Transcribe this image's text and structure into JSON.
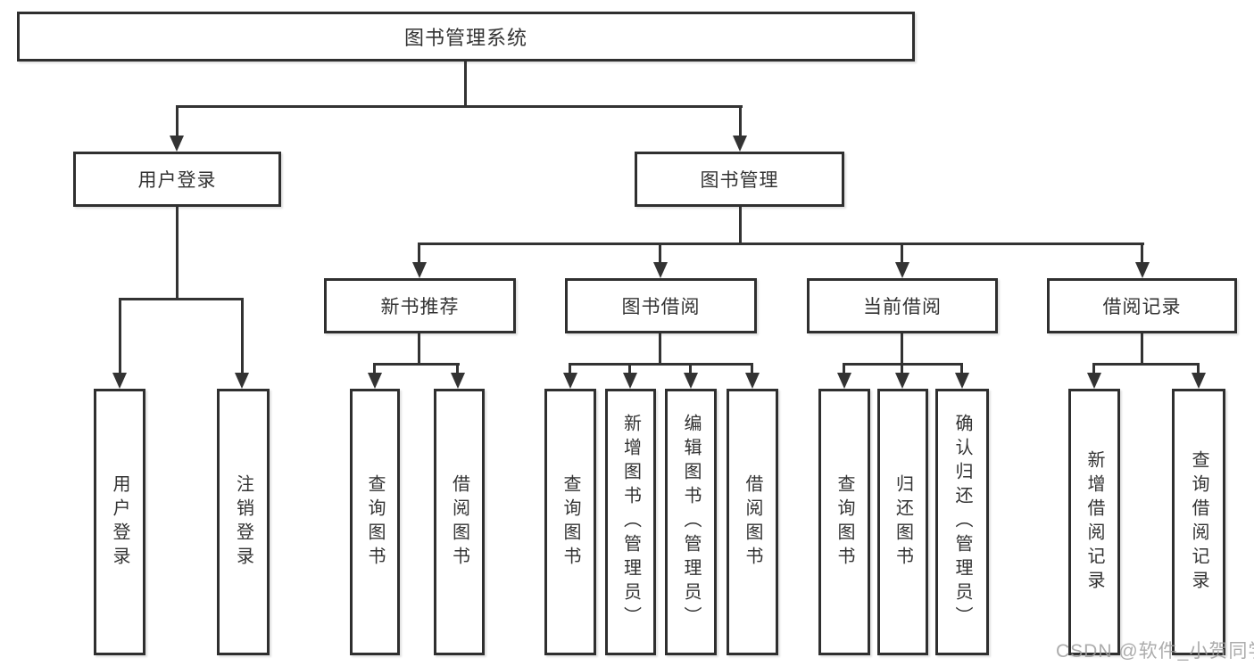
{
  "diagram_type": "hierarchy-tree",
  "colors": {
    "line": "#333333",
    "box_border": "#2f2f2f",
    "box_fill": "#ffffff",
    "text": "#333333",
    "watermark": "#9e9e9e"
  },
  "root": {
    "label": "图书管理系统"
  },
  "user_login": {
    "label": "用户登录",
    "children": [
      {
        "label": "用户登录"
      },
      {
        "label": "注销登录"
      }
    ]
  },
  "book_mgmt": {
    "label": "图书管理",
    "groups": {
      "new_book_rec": {
        "label": "新书推荐",
        "children": [
          {
            "label": "查询图书"
          },
          {
            "label": "借阅图书"
          }
        ]
      },
      "book_borrow": {
        "label": "图书借阅",
        "children": [
          {
            "label": "查询图书"
          },
          {
            "label": "新增图书（管理员）"
          },
          {
            "label": "编辑图书（管理员）"
          },
          {
            "label": "借阅图书"
          }
        ]
      },
      "current_borrow": {
        "label": "当前借阅",
        "children": [
          {
            "label": "查询图书"
          },
          {
            "label": "归还图书"
          },
          {
            "label": "确认归还（管理员）"
          }
        ]
      },
      "borrow_records": {
        "label": "借阅记录",
        "children": [
          {
            "label": "新增借阅记录"
          },
          {
            "label": "查询借阅记录"
          }
        ]
      }
    }
  },
  "watermark": {
    "text": "CSDN @软件_小贺同学"
  }
}
